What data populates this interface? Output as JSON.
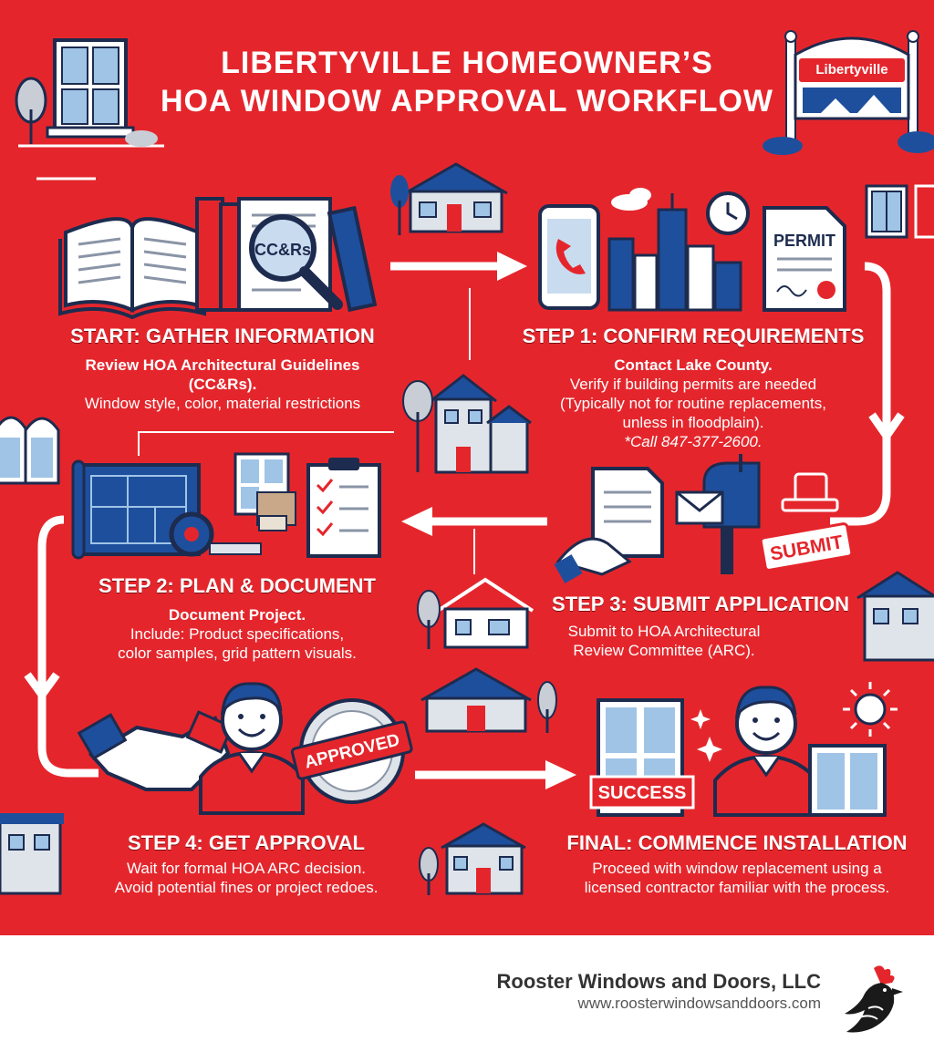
{
  "title": {
    "line1": "LIBERTYVILLE HOMEOWNER’S",
    "line2": "HOA WINDOW APPROVAL WORKFLOW"
  },
  "sign_label": "Libertyville",
  "icons": {
    "ccrs": "CC&Rs",
    "permit": "PERMIT",
    "submit": "SUBMIT",
    "approved": "APPROVED",
    "success": "SUCCESS"
  },
  "steps": {
    "start": {
      "title": "START: GATHER INFORMATION",
      "line1": "Review HOA Architectural Guidelines",
      "line2": "(CC&Rs).",
      "line3": "Window style, color, material restrictions"
    },
    "step1": {
      "title": "STEP 1: CONFIRM REQUIREMENTS",
      "line1": "Contact Lake County.",
      "line2": "Verify if building permits are needed",
      "line3": "(Typically not for routine replacements,",
      "line4": "unless in floodplain).",
      "line5": "*Call 847-377-2600."
    },
    "step2": {
      "title": "STEP 2: PLAN & DOCUMENT",
      "line1": "Document Project.",
      "line2": "Include: Product specifications,",
      "line3": "color samples, grid pattern visuals."
    },
    "step3": {
      "title": "STEP 3: SUBMIT APPLICATION",
      "line1": "Submit to HOA Architectural",
      "line2": "Review Committee (ARC)."
    },
    "step4": {
      "title": "STEP 4: GET APPROVAL",
      "line1": "Wait for formal HOA ARC decision.",
      "line2": "Avoid potential fines or project redoes."
    },
    "final": {
      "title": "FINAL: COMMENCE INSTALLATION",
      "line1": "Proceed with window replacement using a",
      "line2": "licensed contractor familiar with the process."
    }
  },
  "footer": {
    "company": "Rooster Windows and Doors, LLC",
    "url": "www.roosterwindowsanddoors.com"
  },
  "colors": {
    "background": "#e4262c",
    "accent_blue": "#1e4f9c",
    "navy": "#1d2b4f",
    "white": "#ffffff"
  }
}
